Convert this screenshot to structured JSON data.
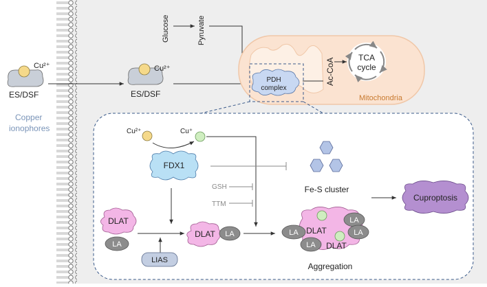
{
  "outside": {
    "copper_ion": "Cu²⁺",
    "drug": "ES/DSF",
    "ionophore_label_line1": "Copper",
    "ionophore_label_line2": "ionophores"
  },
  "inside": {
    "copper_ion": "Cu²⁺",
    "drug": "ES/DSF"
  },
  "pathway": {
    "glucose": "Glucose",
    "pyruvate": "Pyruvate",
    "pdh_line1": "PDH",
    "pdh_line2": "complex",
    "acetyl_coa": "Ac-CoA",
    "tca_line1": "TCA",
    "tca_line2": "cycle",
    "mitochondria": "Mitochondria"
  },
  "detail": {
    "cu2": "Cu²⁺",
    "cu1": "Cu⁺",
    "fdx1": "FDX1",
    "gsh": "GSH",
    "ttm": "TTM",
    "fes_cluster": "Fe-S cluster",
    "cuproptosis": "Cuproptosis",
    "dlat": "DLAT",
    "la": "LA",
    "lias": "LIAS",
    "dlat_la_dlat": "DLAT",
    "dlat_la_la": "LA",
    "agg_dlat_1": "DLAT",
    "agg_dlat_2": "DLAT",
    "agg_la_1": "LA",
    "agg_la_2": "LA",
    "agg_la_3": "LA",
    "agg_la_4": "LA",
    "aggregation": "Aggregation"
  },
  "colors": {
    "copper_yellow": "#f5d98a",
    "cu1_green": "#cfeec0",
    "drug_gray": "#c9cfd8",
    "fdx1_blue": "#b9e0f5",
    "dlat_pink": "#f3b6e6",
    "la_gray": "#8c8c8c",
    "lias_blue": "#c3cee2",
    "fes_blue": "#b3c4e6",
    "cuproptosis_purple": "#b48fd0",
    "mito_peach": "#fbe3d1",
    "mito_label": "#c87a30",
    "dashed_navy": "#3a5a8a",
    "background_panel": "#eeeeee"
  }
}
